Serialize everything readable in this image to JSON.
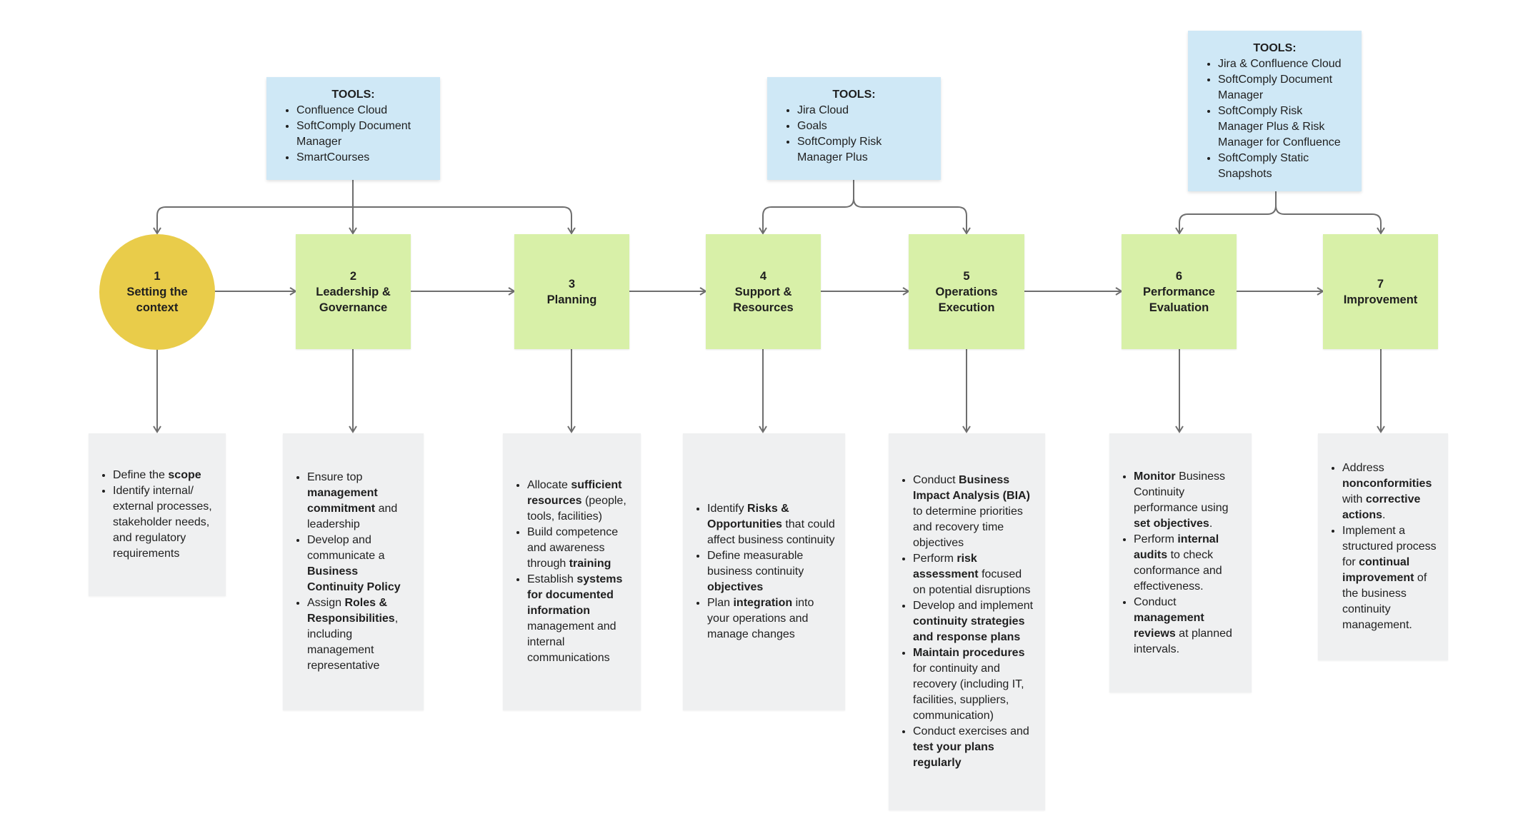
{
  "tools": [
    {
      "title": "TOOLS:",
      "items": [
        "Confluence Cloud",
        "SoftComply Document Manager",
        "SmartCourses"
      ]
    },
    {
      "title": "TOOLS:",
      "items": [
        "Jira Cloud",
        "Goals",
        "SoftComply Risk Manager Plus"
      ]
    },
    {
      "title": "TOOLS:",
      "items": [
        "Jira & Confluence Cloud",
        "SoftComply Document Manager",
        "SoftComply Risk Manager Plus & Risk Manager for Confluence",
        "SoftComply Static Snapshots"
      ]
    }
  ],
  "steps": [
    {
      "number": "1",
      "label": "Setting the context"
    },
    {
      "number": "2",
      "label": "Leadership & Governance"
    },
    {
      "number": "3",
      "label": "Planning"
    },
    {
      "number": "4",
      "label": "Support & Resources"
    },
    {
      "number": "5",
      "label": "Operations Execution"
    },
    {
      "number": "6",
      "label": "Performance Evaluation"
    },
    {
      "number": "7",
      "label": "Improvement"
    }
  ],
  "details": [
    [
      [
        {
          "t": "Define the "
        },
        {
          "t": "scope",
          "b": true
        }
      ],
      [
        {
          "t": "Identify internal/ external processes, stakeholder needs, and regulatory requirements"
        }
      ]
    ],
    [
      [
        {
          "t": "Ensure top "
        },
        {
          "t": "management commitment",
          "b": true
        },
        {
          "t": " and leadership"
        }
      ],
      [
        {
          "t": "Develop and communicate a "
        },
        {
          "t": "Business Continuity Policy",
          "b": true
        }
      ],
      [
        {
          "t": "Assign "
        },
        {
          "t": "Roles & Responsibilities",
          "b": true
        },
        {
          "t": ", including management representative"
        }
      ]
    ],
    [
      [
        {
          "t": "Allocate "
        },
        {
          "t": "sufficient resources",
          "b": true
        },
        {
          "t": " (people, tools, facilities)"
        }
      ],
      [
        {
          "t": "Build competence and awareness through "
        },
        {
          "t": "training",
          "b": true
        }
      ],
      [
        {
          "t": "Establish "
        },
        {
          "t": "systems for documented information",
          "b": true
        },
        {
          "t": " management and internal communications"
        }
      ]
    ],
    [
      [
        {
          "t": "Identify "
        },
        {
          "t": "Risks & Opportunities",
          "b": true
        },
        {
          "t": " that could affect business continuity"
        }
      ],
      [
        {
          "t": "Define measurable business continuity "
        },
        {
          "t": "objectives",
          "b": true
        }
      ],
      [
        {
          "t": "Plan "
        },
        {
          "t": "integration",
          "b": true
        },
        {
          "t": " into your operations and manage changes"
        }
      ]
    ],
    [
      [
        {
          "t": "Conduct "
        },
        {
          "t": "Business Impact Analysis (BIA)",
          "b": true
        },
        {
          "t": " to determine priorities and recovery time objectives"
        }
      ],
      [
        {
          "t": "Perform "
        },
        {
          "t": "risk assessment",
          "b": true
        },
        {
          "t": " focused on potential disruptions"
        }
      ],
      [
        {
          "t": "Develop and implement "
        },
        {
          "t": "continuity strategies and response plans",
          "b": true
        }
      ],
      [
        {
          "t": "Maintain procedures",
          "b": true
        },
        {
          "t": " for continuity and recovery (including IT, facilities, suppliers, communication)"
        }
      ],
      [
        {
          "t": "Conduct exercises and "
        },
        {
          "t": "test your plans regularly",
          "b": true
        }
      ]
    ],
    [
      [
        {
          "t": "Monitor",
          "b": true
        },
        {
          "t": " Business Continuity performance using "
        },
        {
          "t": "set objectives",
          "b": true
        },
        {
          "t": "."
        }
      ],
      [
        {
          "t": "Perform "
        },
        {
          "t": "internal audits",
          "b": true
        },
        {
          "t": " to check conformance and effectiveness."
        }
      ],
      [
        {
          "t": "Conduct "
        },
        {
          "t": "management reviews",
          "b": true
        },
        {
          "t": "  at planned intervals."
        }
      ]
    ],
    [
      [
        {
          "t": "Address "
        },
        {
          "t": "nonconformities",
          "b": true
        },
        {
          "t": " with "
        },
        {
          "t": "corrective actions",
          "b": true
        },
        {
          "t": "."
        }
      ],
      [
        {
          "t": "Implement a structured process for "
        },
        {
          "t": "continual improvement",
          "b": true
        },
        {
          "t": " of the business continuity management."
        }
      ]
    ]
  ],
  "colors": {
    "tools_bg": "#cfe8f6",
    "step_bg": "#d8f0a8",
    "first_step_bg": "#e9cc4a",
    "detail_bg": "#eff0f1",
    "connector": "#6e6e6e"
  }
}
